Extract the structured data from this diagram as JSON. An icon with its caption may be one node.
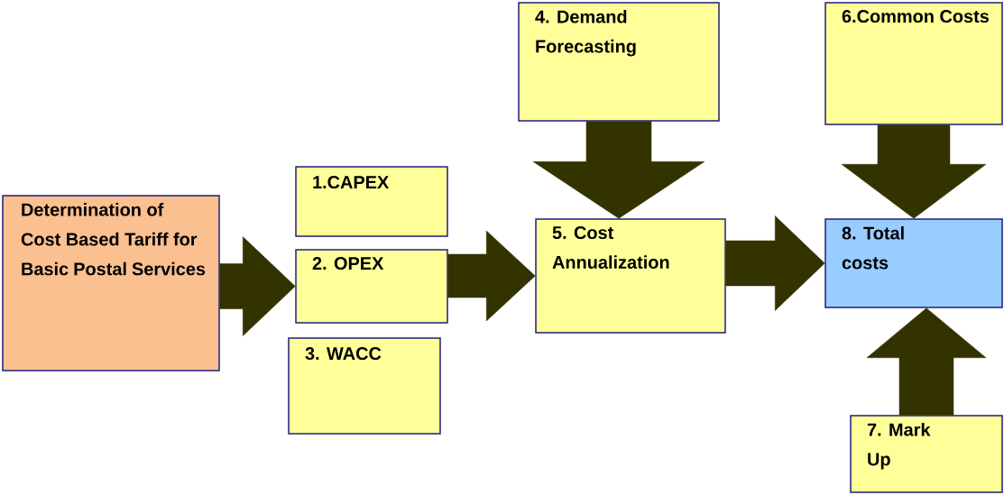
{
  "diagram": {
    "nodes": [
      {
        "text": [
          "Determination of Cost Based Tariff for Basic Postal Services"
        ]
      },
      {
        "text": [
          "1.CAPEX"
        ]
      },
      {
        "text": [
          "2. OPEX"
        ]
      },
      {
        "text": [
          "3. WACC"
        ]
      },
      {
        "text": [
          "4. Demand Forecasting"
        ]
      },
      {
        "text": [
          "5. Cost Annualization"
        ]
      },
      {
        "text": [
          "6.Common Costs"
        ]
      },
      {
        "text": [
          "8. Total costs"
        ]
      },
      {
        "text": [
          "7. Mark Up"
        ]
      }
    ],
    "edges": [
      {
        "from": 0,
        "to": 2,
        "arrow": "to"
      },
      {
        "from": 2,
        "to": 5,
        "arrow": "to"
      },
      {
        "from": 4,
        "to": 5,
        "arrow": "to"
      },
      {
        "from": 5,
        "to": 7,
        "arrow": "to"
      },
      {
        "from": 6,
        "to": 7,
        "arrow": "to"
      },
      {
        "from": 8,
        "to": 7,
        "arrow": "to"
      }
    ]
  }
}
